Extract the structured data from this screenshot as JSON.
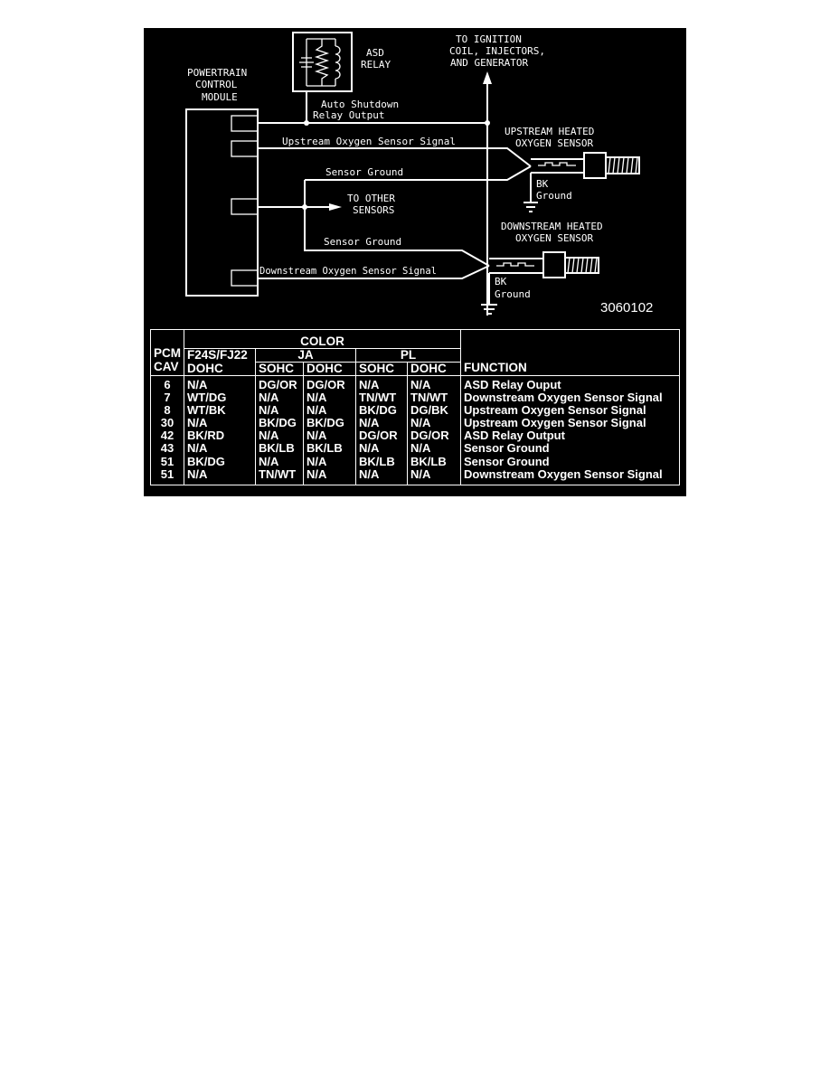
{
  "diagram": {
    "asd_relay_label": [
      "ASD",
      "RELAY"
    ],
    "ignition_label": [
      "TO IGNITION",
      "COIL, INJECTORS,",
      "AND GENERATOR"
    ],
    "pcm_label": [
      "POWERTRAIN",
      "CONTROL",
      "MODULE"
    ],
    "asd_output_label": [
      "Auto Shutdown",
      "Relay Output"
    ],
    "upstream_signal_label": "Upstream Oxygen Sensor Signal",
    "upstream_sensor_label": [
      "UPSTREAM HEATED",
      "OXYGEN SENSOR"
    ],
    "sensor_ground_label_1": "Sensor Ground",
    "other_sensors_label": [
      "TO OTHER",
      "SENSORS"
    ],
    "ground_bk_label_1": [
      "BK",
      "Ground"
    ],
    "downstream_sensor_label": [
      "DOWNSTREAM HEATED",
      "OXYGEN SENSOR"
    ],
    "sensor_ground_label_2": "Sensor Ground",
    "downstream_signal_label": "Downstream Oxygen Sensor Signal",
    "ground_bk_label_2": [
      "BK",
      "Ground"
    ],
    "figure_code": "3060102"
  },
  "table": {
    "color_header": "COLOR",
    "pcm_header": "PCM",
    "cav_header": "CAV",
    "f24s_header": "F24S/FJ22",
    "ja_header": "JA",
    "pl_header": "PL",
    "dohc_label": "DOHC",
    "sohc_label": "SOHC",
    "function_header": "FUNCTION",
    "rows": [
      {
        "cav": "6",
        "f24s_dohc": "N/A",
        "ja_sohc": "DG/OR",
        "ja_dohc": "DG/OR",
        "pl_sohc": "N/A",
        "pl_dohc": "N/A",
        "function": "ASD Relay Ouput"
      },
      {
        "cav": "7",
        "f24s_dohc": "WT/DG",
        "ja_sohc": "N/A",
        "ja_dohc": "N/A",
        "pl_sohc": "TN/WT",
        "pl_dohc": "TN/WT",
        "function": "Downstream Oxygen Sensor Signal"
      },
      {
        "cav": "8",
        "f24s_dohc": "WT/BK",
        "ja_sohc": "N/A",
        "ja_dohc": "N/A",
        "pl_sohc": "BK/DG",
        "pl_dohc": "DG/BK",
        "function": "Upstream Oxygen Sensor Signal"
      },
      {
        "cav": "30",
        "f24s_dohc": "N/A",
        "ja_sohc": "BK/DG",
        "ja_dohc": "BK/DG",
        "pl_sohc": "N/A",
        "pl_dohc": "N/A",
        "function": "Upstream Oxygen Sensor Signal"
      },
      {
        "cav": "42",
        "f24s_dohc": "BK/RD",
        "ja_sohc": "N/A",
        "ja_dohc": "N/A",
        "pl_sohc": "DG/OR",
        "pl_dohc": "DG/OR",
        "function": "ASD Relay Output"
      },
      {
        "cav": "43",
        "f24s_dohc": "N/A",
        "ja_sohc": "BK/LB",
        "ja_dohc": "BK/LB",
        "pl_sohc": "N/A",
        "pl_dohc": "N/A",
        "function": "Sensor Ground"
      },
      {
        "cav": "51",
        "f24s_dohc": "BK/DG",
        "ja_sohc": "N/A",
        "ja_dohc": "N/A",
        "pl_sohc": "BK/LB",
        "pl_dohc": "BK/LB",
        "function": "Sensor Ground"
      },
      {
        "cav": "51",
        "f24s_dohc": "N/A",
        "ja_sohc": "TN/WT",
        "ja_dohc": "N/A",
        "pl_sohc": "N/A",
        "pl_dohc": "N/A",
        "function": "Downstream Oxygen Sensor Signal"
      }
    ]
  }
}
